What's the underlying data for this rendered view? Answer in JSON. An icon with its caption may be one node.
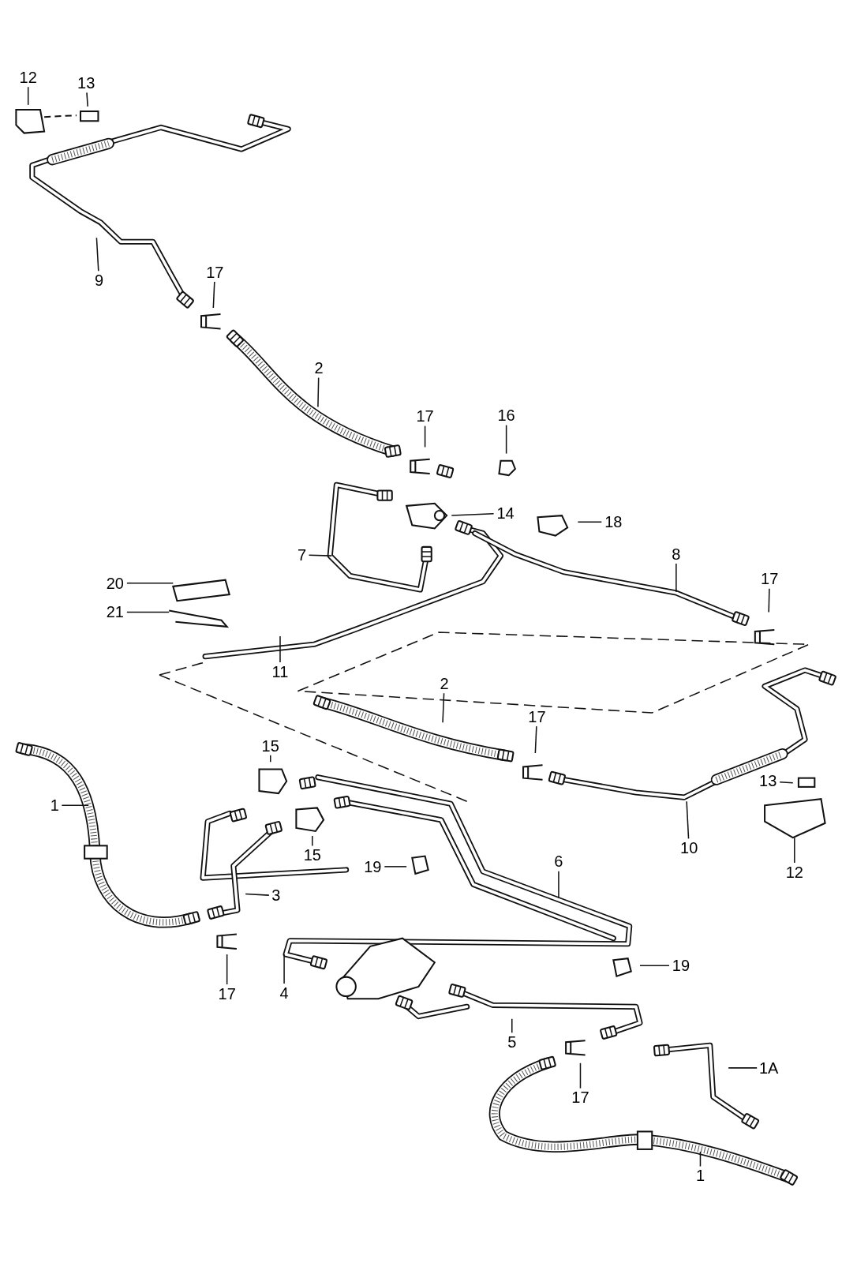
{
  "diagram": {
    "nodes": [
      {
        "text": [
          "12"
        ]
      },
      {
        "text": [
          "13"
        ]
      },
      {
        "text": [
          "9"
        ]
      },
      {
        "text": [
          "17"
        ]
      },
      {
        "text": [
          "2"
        ]
      },
      {
        "text": [
          "17"
        ]
      },
      {
        "text": [
          "16"
        ]
      },
      {
        "text": [
          "14"
        ]
      },
      {
        "text": [
          "18"
        ]
      },
      {
        "text": [
          "7"
        ]
      },
      {
        "text": [
          "8"
        ]
      },
      {
        "text": [
          "17"
        ]
      },
      {
        "text": [
          "20"
        ]
      },
      {
        "text": [
          "21"
        ]
      },
      {
        "text": [
          "11"
        ]
      },
      {
        "text": [
          "2"
        ]
      },
      {
        "text": [
          "17"
        ]
      },
      {
        "text": [
          "15"
        ]
      },
      {
        "text": [
          "1"
        ]
      },
      {
        "text": [
          "15"
        ]
      },
      {
        "text": [
          "13"
        ]
      },
      {
        "text": [
          "10"
        ]
      },
      {
        "text": [
          "3"
        ]
      },
      {
        "text": [
          "19"
        ]
      },
      {
        "text": [
          "6"
        ]
      },
      {
        "text": [
          "12"
        ]
      },
      {
        "text": [
          "17"
        ]
      },
      {
        "text": [
          "19"
        ]
      },
      {
        "text": [
          "4"
        ]
      },
      {
        "text": [
          "5"
        ]
      },
      {
        "text": [
          "1A"
        ]
      },
      {
        "text": [
          "17"
        ]
      },
      {
        "text": [
          "1"
        ]
      }
    ],
    "edges": [
      {
        "from": 0,
        "to": null,
        "arrow": "none"
      },
      {
        "from": 1,
        "to": null,
        "arrow": "none"
      },
      {
        "from": 2,
        "to": null,
        "arrow": "none"
      },
      {
        "from": 3,
        "to": null,
        "arrow": "none"
      },
      {
        "from": 4,
        "to": null,
        "arrow": "none"
      },
      {
        "from": 5,
        "to": null,
        "arrow": "none"
      },
      {
        "from": 6,
        "to": null,
        "arrow": "none"
      },
      {
        "from": 7,
        "to": null,
        "arrow": "none"
      },
      {
        "from": 8,
        "to": null,
        "arrow": "none"
      },
      {
        "from": 9,
        "to": null,
        "arrow": "none"
      },
      {
        "from": 10,
        "to": null,
        "arrow": "none"
      },
      {
        "from": 11,
        "to": null,
        "arrow": "none"
      },
      {
        "from": 12,
        "to": null,
        "arrow": "none"
      },
      {
        "from": 13,
        "to": null,
        "arrow": "none"
      },
      {
        "from": 14,
        "to": null,
        "arrow": "none"
      },
      {
        "from": 15,
        "to": null,
        "arrow": "none"
      },
      {
        "from": 16,
        "to": null,
        "arrow": "none"
      },
      {
        "from": 17,
        "to": null,
        "arrow": "none"
      },
      {
        "from": 18,
        "to": null,
        "arrow": "none"
      },
      {
        "from": 19,
        "to": null,
        "arrow": "none"
      },
      {
        "from": 20,
        "to": null,
        "arrow": "none"
      },
      {
        "from": 21,
        "to": null,
        "arrow": "none"
      },
      {
        "from": 22,
        "to": null,
        "arrow": "none"
      },
      {
        "from": 23,
        "to": null,
        "arrow": "none"
      },
      {
        "from": 24,
        "to": null,
        "arrow": "none"
      },
      {
        "from": 25,
        "to": null,
        "arrow": "none"
      },
      {
        "from": 26,
        "to": null,
        "arrow": "none"
      },
      {
        "from": 27,
        "to": null,
        "arrow": "none"
      },
      {
        "from": 28,
        "to": null,
        "arrow": "none"
      },
      {
        "from": 29,
        "to": null,
        "arrow": "none"
      },
      {
        "from": 30,
        "to": null,
        "arrow": "none"
      },
      {
        "from": 31,
        "to": null,
        "arrow": "none"
      },
      {
        "from": 32,
        "to": null,
        "arrow": "none"
      }
    ]
  }
}
